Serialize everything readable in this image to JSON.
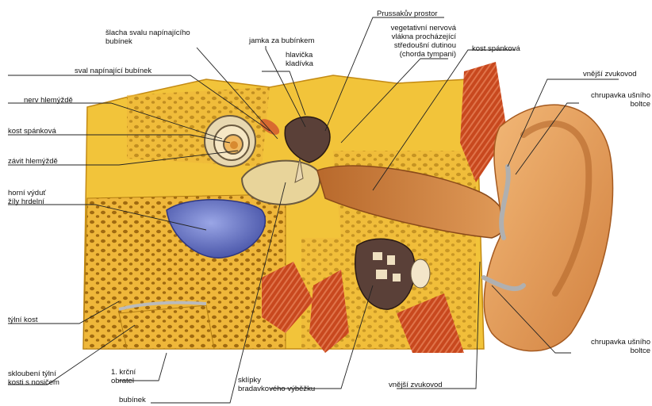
{
  "labels": {
    "prussak": "Prussakův prostor",
    "slacha": "šlacha svalu napínajícího\nbubínek",
    "jamka": "jamka za bubínkem",
    "vegetativni": "vegetativní nervová\nvlákna procházející\nstředoušní dutinou\n(chorda tympani)",
    "hlavicka": "hlavička\nkladívka",
    "kost_spankova_top": "kost spánková",
    "vnejsi_zvukovod_top": "vnější zvukovod",
    "sval": "sval napínající bubínek",
    "nerv": "nerv hlemýždě",
    "kost_spankova_left": "kost spánková",
    "zavit": "závit hlemýždě",
    "horni_vyduť": "horní výduť\nžíly hrdelní",
    "tylni_kost": "týlní kost",
    "skloubeni": "skloubení týlní\nkosti s nosičem",
    "krcni": "1. krční\nobratel",
    "bubinek": "bubínek",
    "sklipky": "sklípky\nbradavkového výběžku",
    "vnejsi_zvukovod_bottom": "vnější zvukovod",
    "chrupavka_top": "chrupavka ušního\nboltce",
    "chrupavka_bottom": "chrupavka ušního\nboltce"
  },
  "colors": {
    "bone": "#f2c43a",
    "bone_dark": "#d79a16",
    "spongy": "#e6a92a",
    "cavity": "#8a5a0c",
    "skin": "#e9a460",
    "skin_dark": "#c77638",
    "muscle": "#c8481e",
    "vein": "#5d68b3",
    "ossicle": "#5a4038",
    "line": "#222222"
  }
}
